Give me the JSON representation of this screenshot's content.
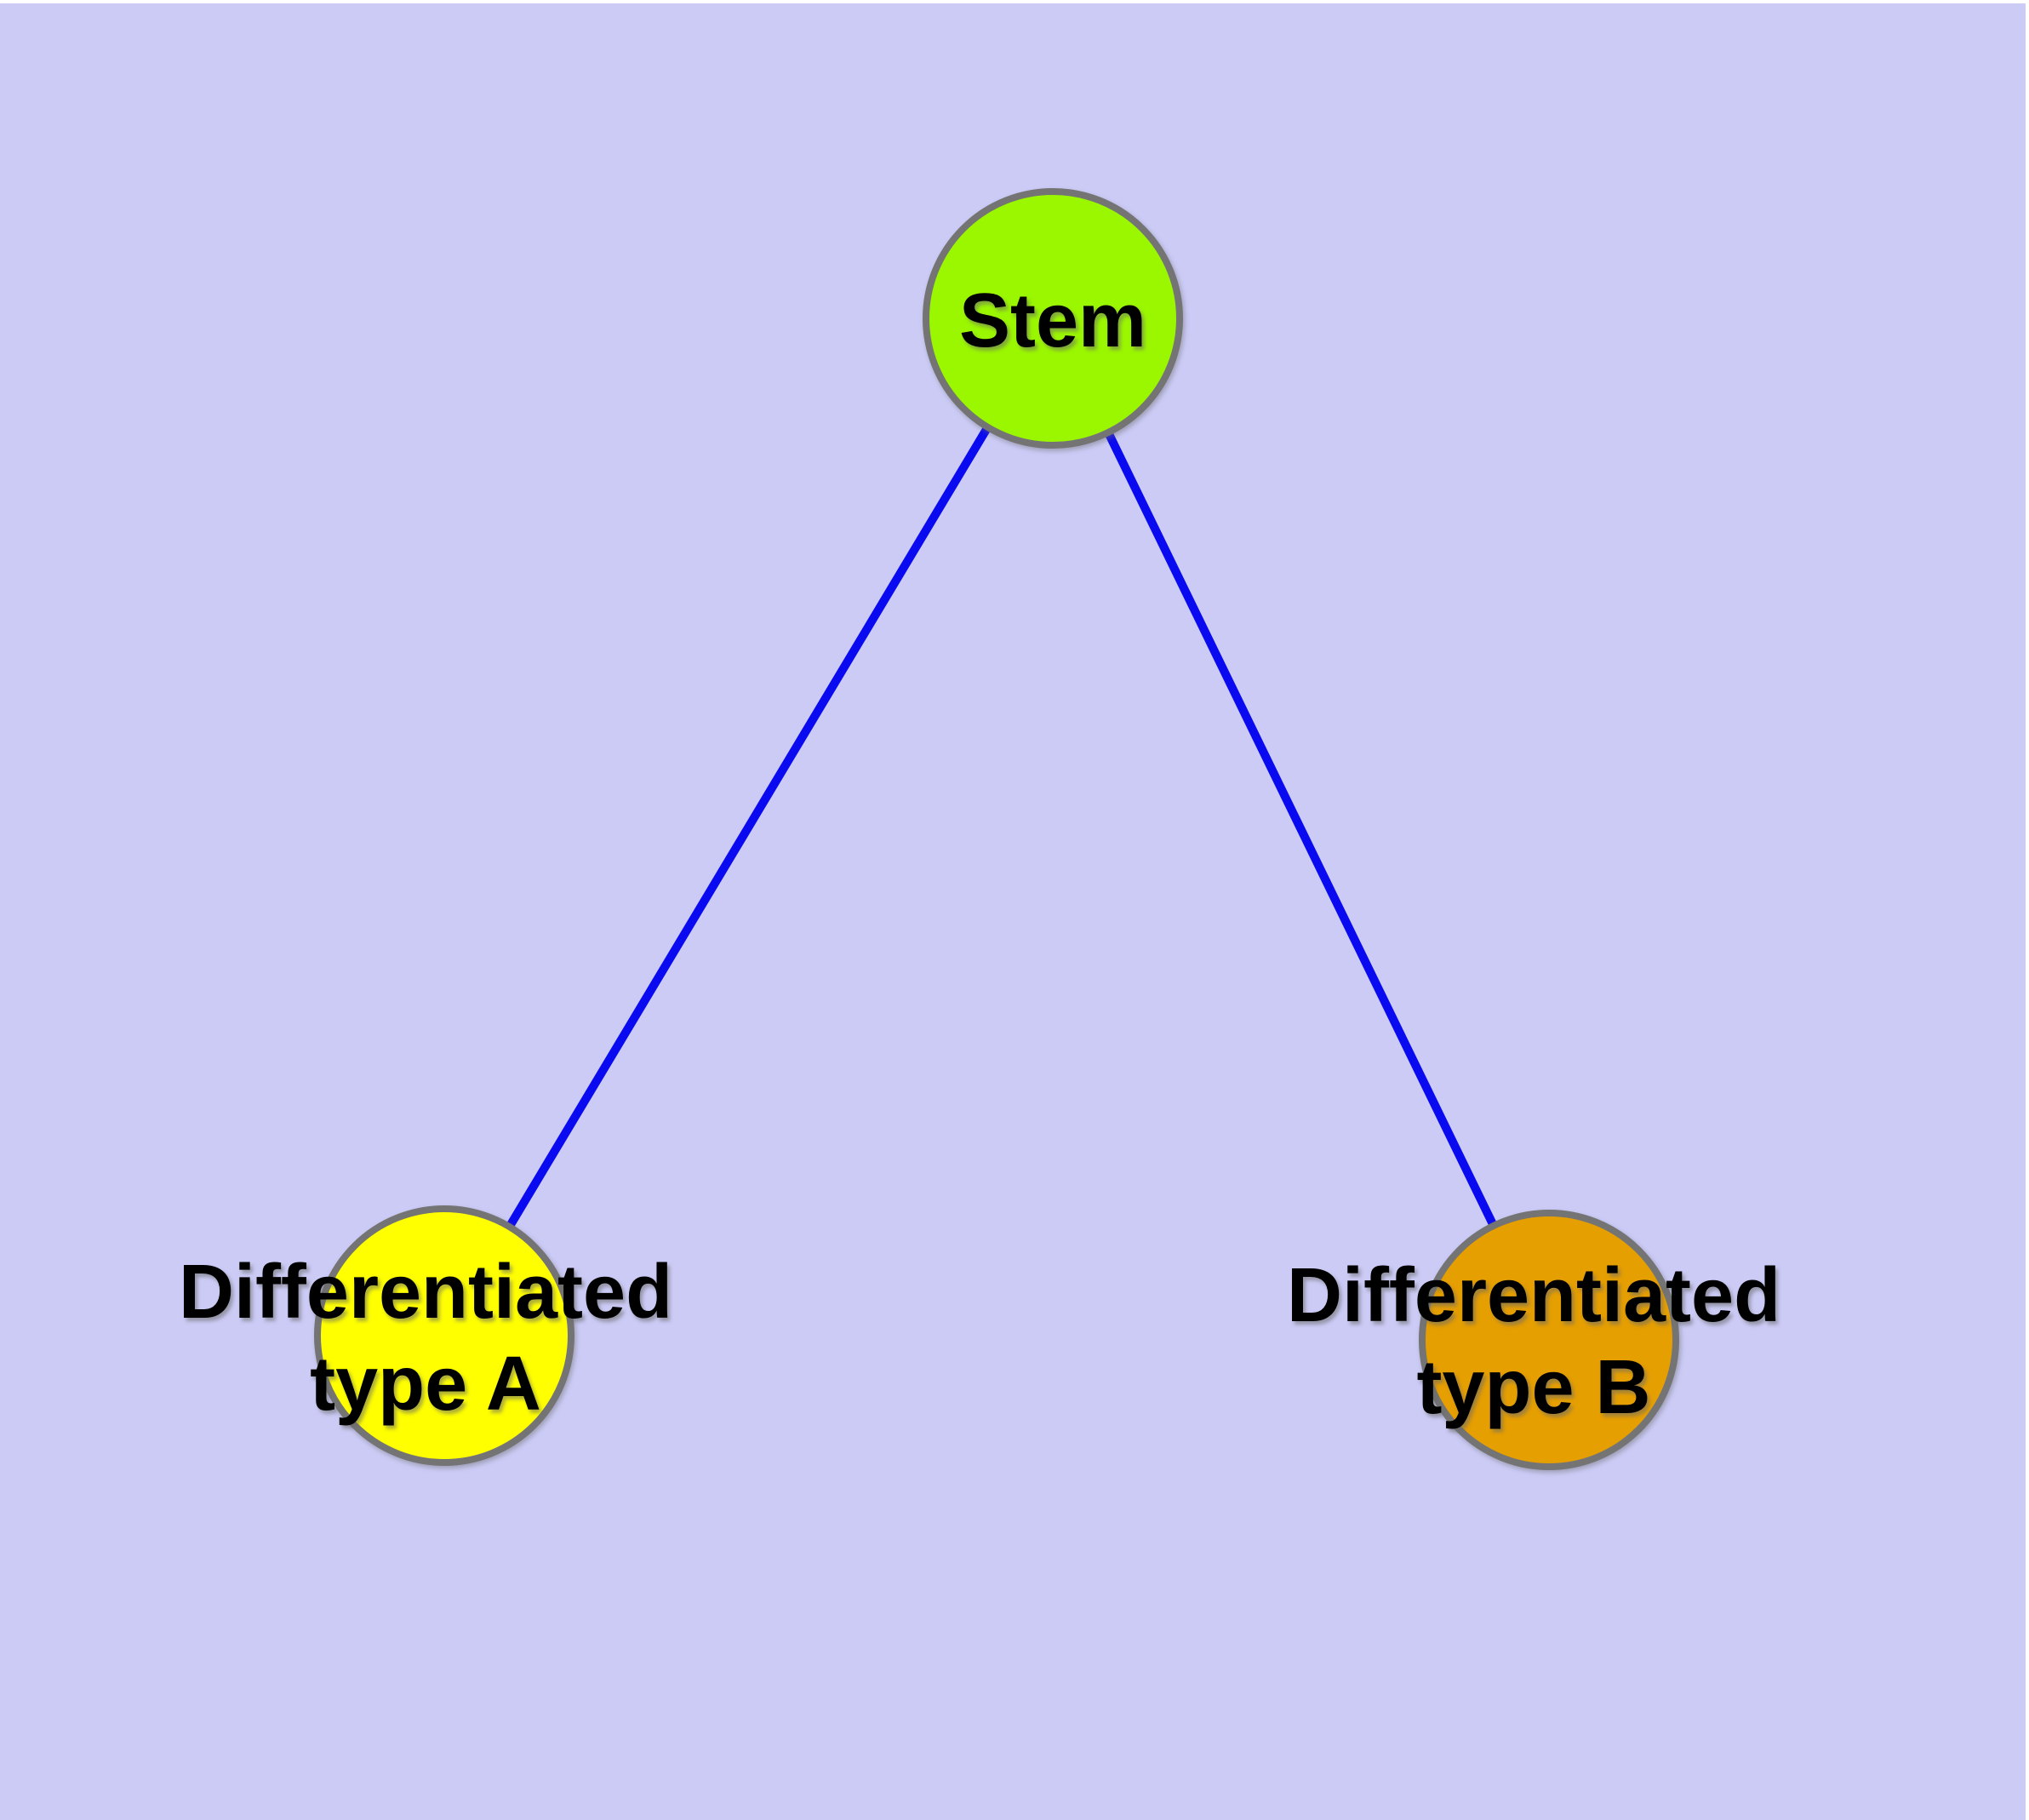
{
  "diagram": {
    "type": "node-link-graph",
    "description": "Stem cell differentiation diagram: one stem node linked to two differentiated cell type nodes",
    "background_color": "#CBCBF6",
    "page_margin_color": "#FFFFFF",
    "edge_color": "#0A0AF0",
    "node_border_color": "#747474",
    "label_color": "#000000",
    "nodes": [
      {
        "id": "stem",
        "label": "Stem",
        "label_lines": [
          "Stem"
        ],
        "color": "#9BF700"
      },
      {
        "id": "differentiated-type-a",
        "label": "Differentiated type A",
        "label_lines": [
          "Differentiated",
          "type A"
        ],
        "color": "#FFFF00"
      },
      {
        "id": "differentiated-type-b",
        "label": "Differentiated type B",
        "label_lines": [
          "Differentiated",
          "type B"
        ],
        "color": "#E69F00"
      }
    ],
    "edges": [
      {
        "from": "Stem",
        "to": "Differentiated type A"
      },
      {
        "from": "Stem",
        "to": "Differentiated type B"
      }
    ]
  }
}
